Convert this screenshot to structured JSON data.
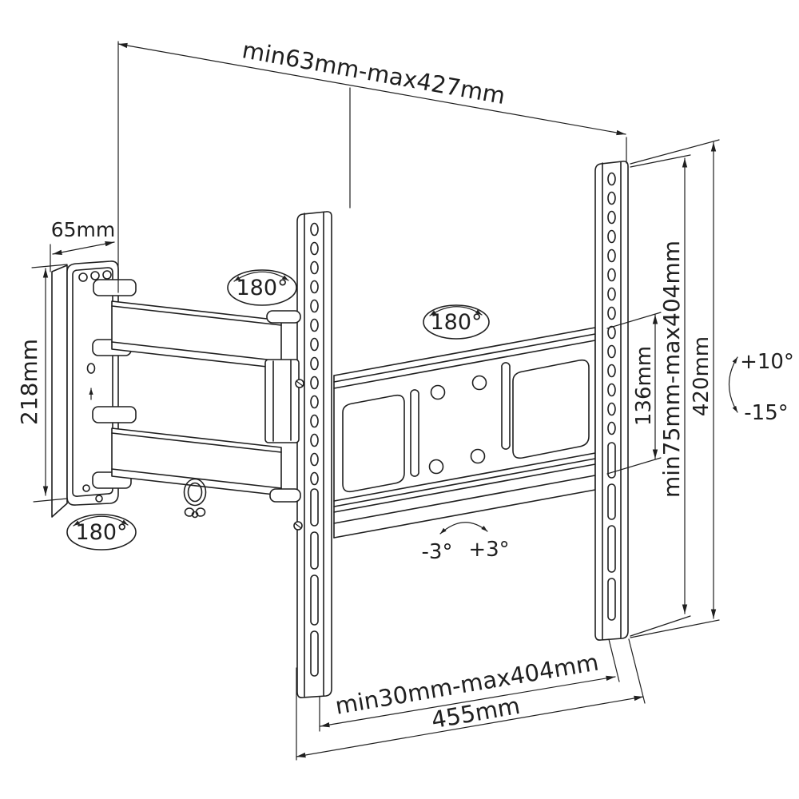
{
  "drawing": {
    "dimensions": {
      "extension_range": "min63mm-max427mm",
      "wall_plate_width": "65mm",
      "wall_plate_height": "218mm",
      "vesa_hole_height": "136mm",
      "vesa_height_range": "min75mm-max404mm",
      "bracket_height": "420mm",
      "vesa_width_range": "min30mm-max404mm",
      "bracket_width": "455mm"
    },
    "angles": {
      "swivel_wall_joint": "180°",
      "swivel_tv_joint": "180°",
      "swivel_base_joint": "180°",
      "tilt_up": "+10°",
      "tilt_down": "-15°",
      "level_adjust_left": "-3°",
      "level_adjust_right": "+3°"
    }
  }
}
